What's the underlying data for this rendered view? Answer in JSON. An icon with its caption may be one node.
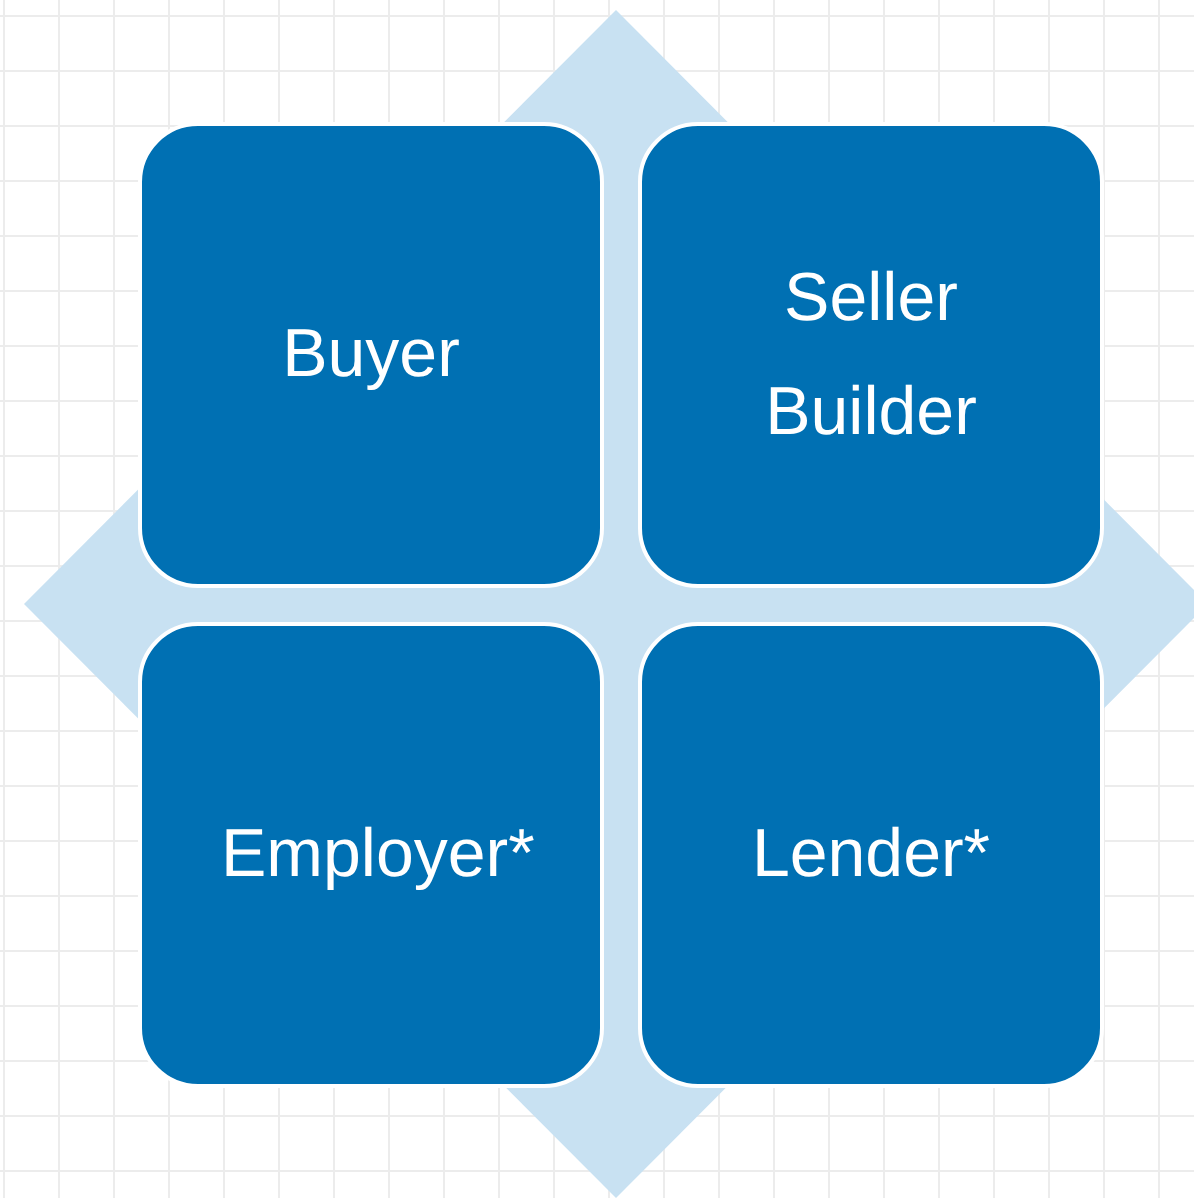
{
  "diagram": {
    "nodes": [
      {
        "text": [
          "Buyer"
        ]
      },
      {
        "text": [
          "Seller Builder"
        ]
      },
      {
        "text": [
          "Employer*"
        ]
      },
      {
        "text": [
          "Lender*"
        ]
      }
    ]
  }
}
